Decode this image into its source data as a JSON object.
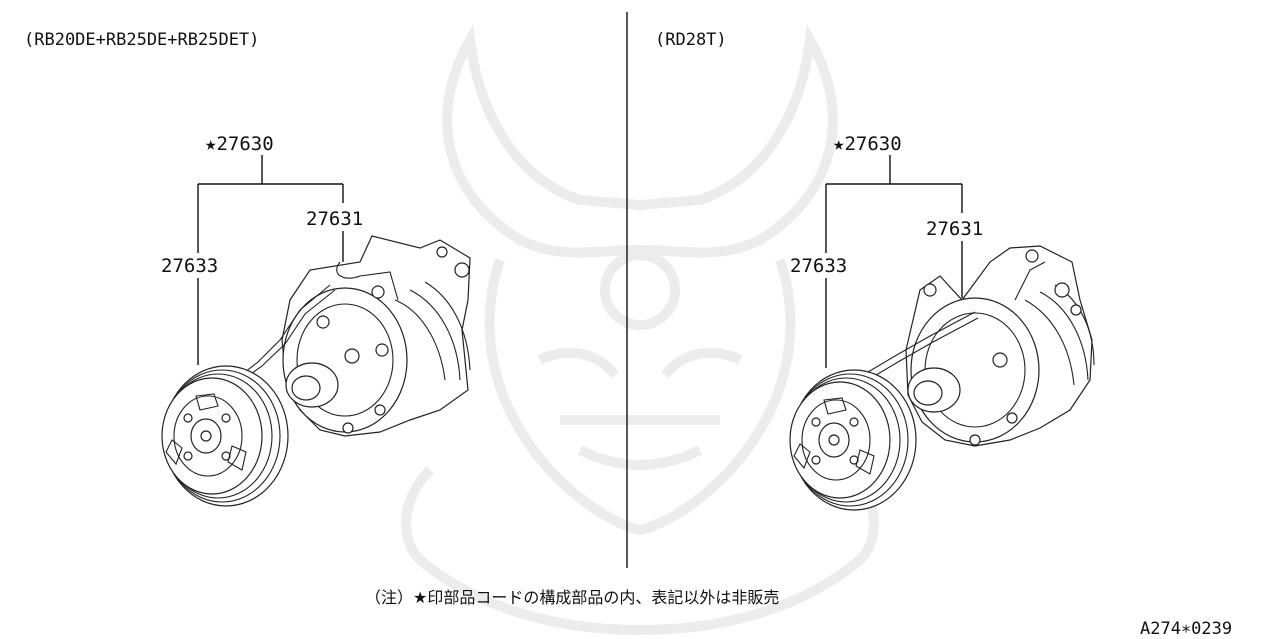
{
  "watermark": {
    "icon": "samurai-helmet-watermark-icon"
  },
  "left_panel": {
    "engine_label": "(RB20DE+RB25DE+RB25DET)",
    "assembly_part": "★27630",
    "compressor_part": "27631",
    "clutch_part": "27633"
  },
  "right_panel": {
    "engine_label": "(RD28T)",
    "assembly_part": "★27630",
    "compressor_part": "27631",
    "clutch_part": "27633"
  },
  "footer": {
    "note": "（注）★印部品コードの構成部品の内、表記以外は非販売",
    "reference_code": "A274∗0239"
  },
  "colors": {
    "line": "#111111",
    "watermark": "#ececec",
    "background": "#ffffff"
  }
}
